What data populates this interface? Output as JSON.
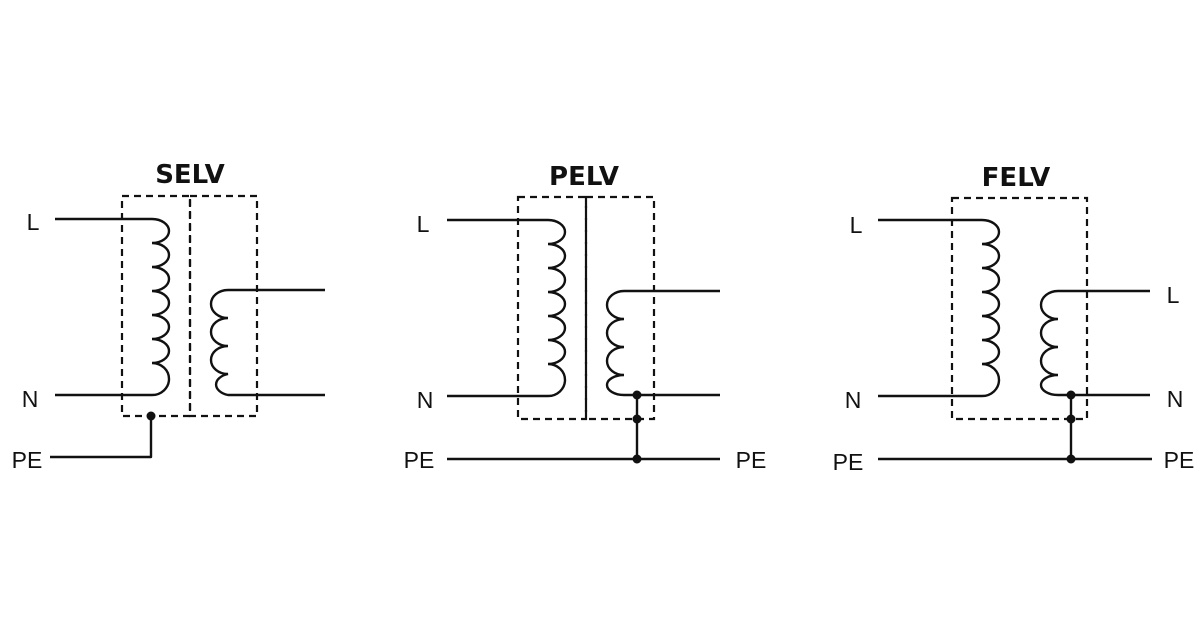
{
  "diagrams": [
    {
      "title": "SELV",
      "primary_labels": {
        "line": "L",
        "neutral": "N",
        "earth": "PE"
      },
      "secondary_labels": {
        "line": "",
        "neutral": "",
        "earth": ""
      }
    },
    {
      "title": "PELV",
      "primary_labels": {
        "line": "L",
        "neutral": "N",
        "earth": "PE"
      },
      "secondary_labels": {
        "line": "",
        "neutral": "",
        "earth": "PE"
      }
    },
    {
      "title": "FELV",
      "primary_labels": {
        "line": "L",
        "neutral": "N",
        "earth": "PE"
      },
      "secondary_labels": {
        "line": "L",
        "neutral": "N",
        "earth": "PE"
      }
    }
  ],
  "colors": {
    "ink": "#111111",
    "background": "#ffffff"
  }
}
